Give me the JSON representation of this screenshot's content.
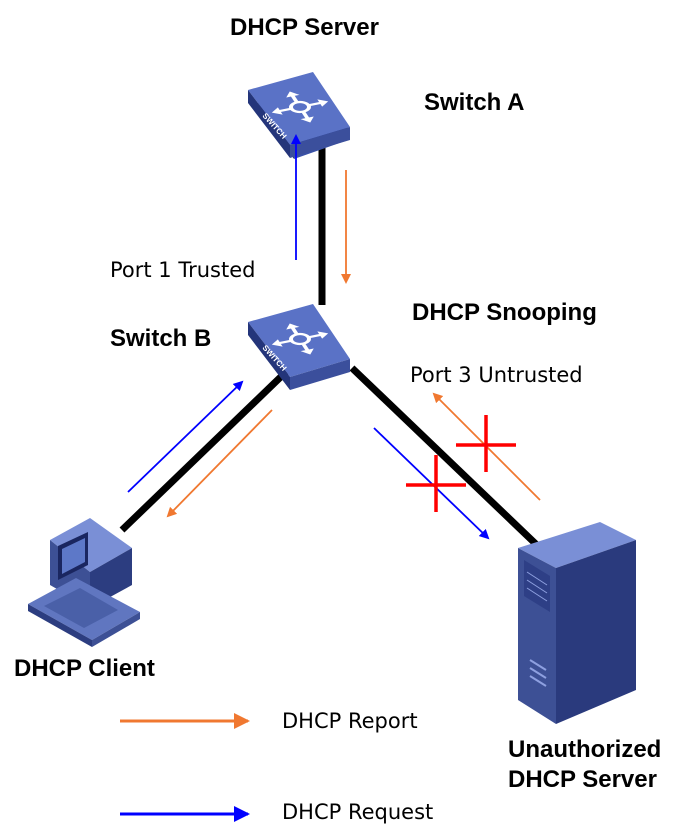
{
  "labels": {
    "top_server": "DHCP Server",
    "switch_a": "Switch A",
    "port1": "Port 1 Trusted",
    "snooping": "DHCP Snooping",
    "switch_b": "Switch B",
    "port3": "Port 3 Untrusted",
    "client": "DHCP Client",
    "rogue_line1": "Unauthorized",
    "rogue_line2": "DHCP Server"
  },
  "device_text": {
    "switch_a": "SWITCH",
    "switch_b": "SWITCH"
  },
  "legend": {
    "report": "DHCP Report",
    "request": "DHCP Request"
  },
  "colors": {
    "report": "#f07830",
    "request": "#0000ff",
    "block": "#ff0000",
    "switch_top": "#5a72c6",
    "switch_side": "#2c3f8e",
    "link": "#000000"
  }
}
